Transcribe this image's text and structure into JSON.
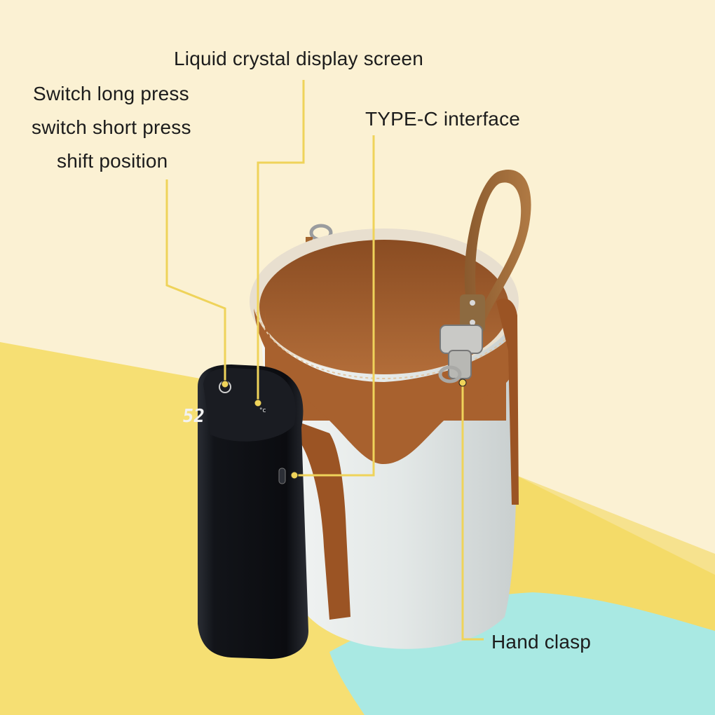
{
  "callouts": {
    "lcd": "Liquid crystal display screen",
    "switch_long": "Switch long press",
    "switch_short": "switch short press",
    "shift": "shift position",
    "typec": "TYPE-C interface",
    "hand_clasp": "Hand clasp"
  },
  "display_reading": "52",
  "display_unit": "°c",
  "colors": {
    "background_cream": "#fbf1d3",
    "floor_yellow": "#f6de72",
    "floor_aqua": "#a9e9e3",
    "leather_brown": "#a8612e",
    "cup_white": "#e6e9e8",
    "power_bank_black": "#111318",
    "leader_line": "#efd35a"
  }
}
